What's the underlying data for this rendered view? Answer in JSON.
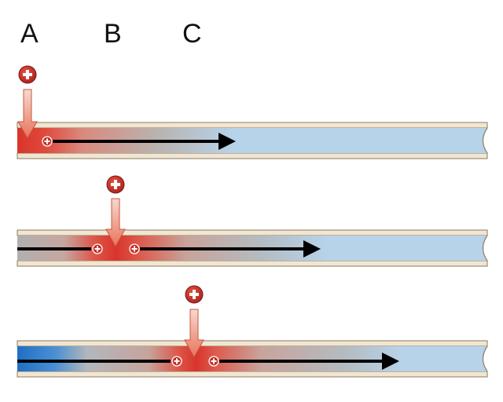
{
  "column_labels": [
    "A",
    "B",
    "C"
  ],
  "panels": [
    {
      "id": "panel-1",
      "injection_column": "A",
      "has_backward_current": false,
      "has_blue_end": false
    },
    {
      "id": "panel-2",
      "injection_column": "B",
      "has_backward_current": true,
      "has_blue_end": false
    },
    {
      "id": "panel-3",
      "injection_column": "C",
      "has_backward_current": true,
      "has_blue_end": true
    }
  ],
  "icons": {
    "positive_charge": "plus-charge-icon",
    "current_arrow": "current-arrow-icon"
  },
  "colors": {
    "axon_fill": "#b7d3ea",
    "axon_border": "#8a7a62",
    "axon_wall": "#f1e6d2",
    "depolarization": "#d9342b",
    "charge_fill": "#c8302a",
    "injection_arrow": "#e8735a",
    "upstream_blue": "#1f6fc4",
    "arrow": "#000000"
  }
}
